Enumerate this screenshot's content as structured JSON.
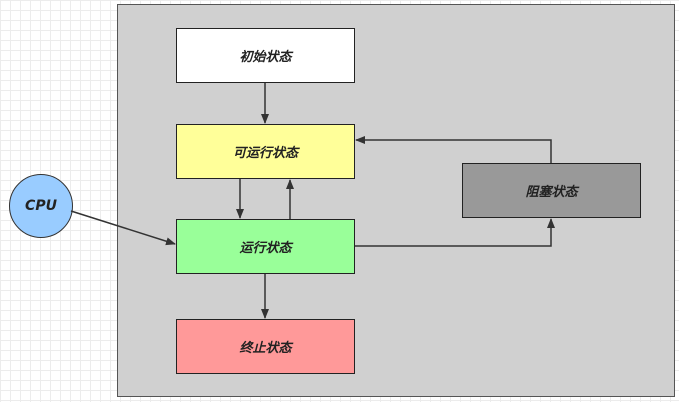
{
  "diagram": {
    "nodes": {
      "initial": {
        "label": "初始状态",
        "color": "#ffffff"
      },
      "runnable": {
        "label": "可运行状态",
        "color": "#ffff99"
      },
      "running": {
        "label": "运行状态",
        "color": "#99ff99"
      },
      "blocked": {
        "label": "阻塞状态",
        "color": "#999999"
      },
      "terminated": {
        "label": "终止状态",
        "color": "#ff9999"
      },
      "cpu": {
        "label": "CPU",
        "color": "#99ccff"
      }
    },
    "edges": [
      {
        "from": "initial",
        "to": "runnable"
      },
      {
        "from": "runnable",
        "to": "running"
      },
      {
        "from": "running",
        "to": "runnable"
      },
      {
        "from": "running",
        "to": "terminated"
      },
      {
        "from": "running",
        "to": "blocked"
      },
      {
        "from": "blocked",
        "to": "runnable"
      },
      {
        "from": "cpu",
        "to": "running"
      }
    ]
  }
}
